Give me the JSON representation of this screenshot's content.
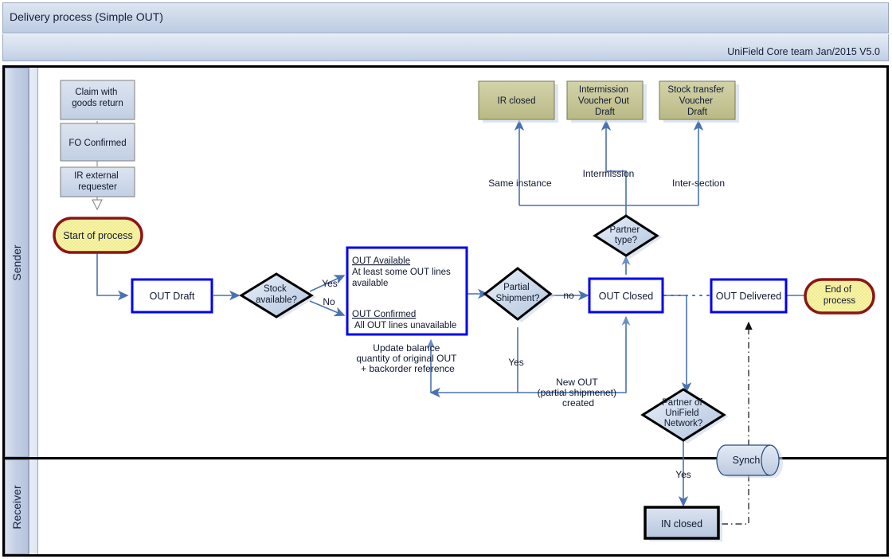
{
  "header": {
    "title": "Delivery process (Simple OUT)",
    "version_note": "UniField Core team Jan/2015 V5.0"
  },
  "lanes": [
    {
      "id": "sender",
      "label": "Sender"
    },
    {
      "id": "receiver",
      "label": "Receiver"
    }
  ],
  "colors": {
    "blue_border": "#0000EE",
    "black_border": "#000000",
    "terminator_border": "#8C1515",
    "terminator_fill": "#F2F0A0",
    "olive_fill": "#C8C89A",
    "doc_fill": "#CCD7E8",
    "connector": "#4A72B0",
    "lane_header": "#C3CFE4",
    "title_bar": "#C9D6E8"
  },
  "nodes": {
    "claim_goods_return": "Claim with\ngoods return",
    "fo_confirmed": "FO Confirmed",
    "ir_external_requester": "IR external\nrequester",
    "start_of_process": "Start of process",
    "out_draft": "OUT Draft",
    "stock_available": "Stock\navailable?",
    "out_status_box": {
      "title_1": "OUT Available",
      "line_1a": "At least some OUT lines",
      "line_1b": "available",
      "title_2": "OUT Confirmed",
      "line_2a": "All OUT lines unavailable"
    },
    "partial_shipment": "Partial\nShipment?",
    "out_closed": "OUT  Closed",
    "partner_type": "Partner\ntype?",
    "ir_closed": "IR closed",
    "intermission_voucher_out_draft": "Intermission\nVoucher Out\nDraft",
    "stock_transfer_voucher_draft": "Stock transfer\nVoucher\nDraft",
    "partner_of_unifield_network": "Partner of\nUniField\nNetwork?",
    "synch": "Synch",
    "in_closed": "IN  closed",
    "out_delivered": "OUT  Delivered",
    "end_of_process": "End of\nprocess"
  },
  "edge_labels": {
    "yes_stock": "Yes",
    "no_stock": "No",
    "update_balance_1": "Update balance",
    "update_balance_2": "quantity of original OUT",
    "update_balance_3": "+ backorder reference",
    "yes_partial": "Yes",
    "no_partial": "no",
    "new_out_1": "New OUT",
    "new_out_2": "(partial shipmenet)",
    "new_out_3": "created",
    "same_instance": "Same instance",
    "intermission": "Intermission",
    "inter_section": "Inter-section",
    "yes_partner": "Yes"
  }
}
